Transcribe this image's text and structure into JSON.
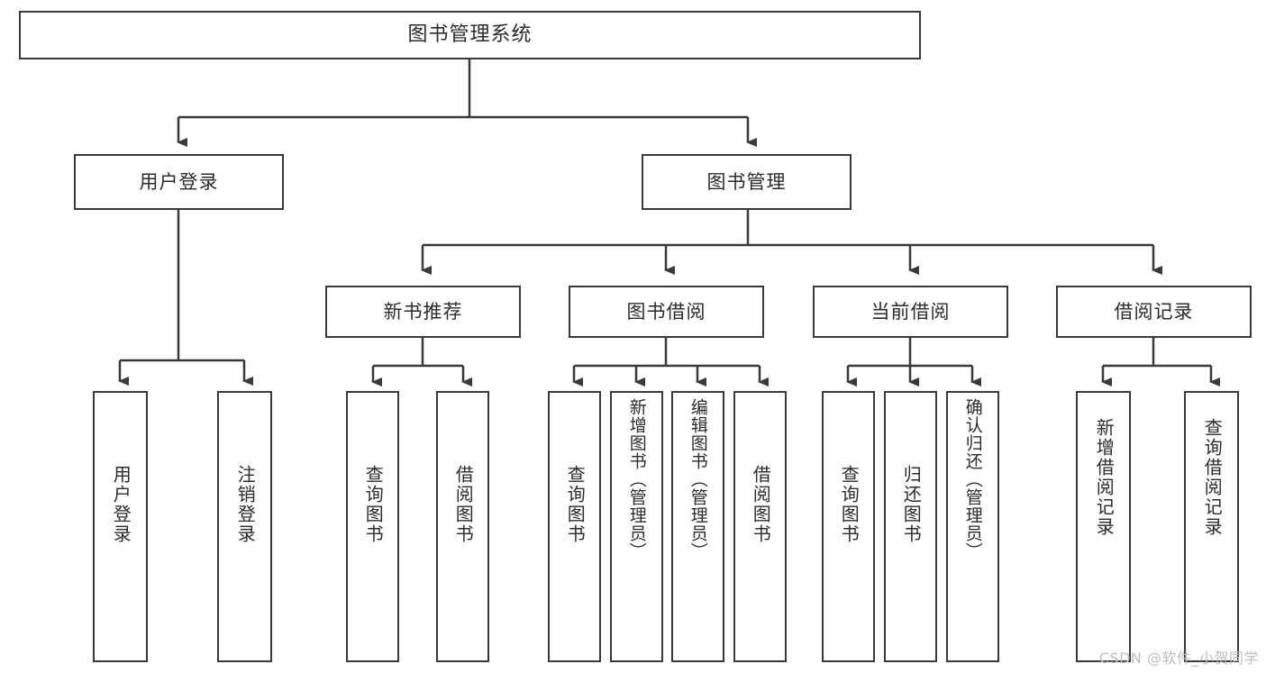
{
  "diagram": {
    "title": "图书管理系统",
    "type": "hierarchy-tree",
    "colors": {
      "box_border": "#3a3a3a",
      "box_fill": "#ffffff",
      "connector": "#3a3a3a",
      "text": "#2b2b2b",
      "watermark": "#bdbdbd"
    },
    "levels": {
      "root": {
        "label": "图书管理系统"
      },
      "level2": [
        {
          "label": "用户登录"
        },
        {
          "label": "图书管理"
        }
      ],
      "level3": [
        {
          "label": "新书推荐"
        },
        {
          "label": "图书借阅"
        },
        {
          "label": "当前借阅"
        },
        {
          "label": "借阅记录"
        }
      ],
      "leaves": {
        "user_login": [
          {
            "label": "用户登录"
          },
          {
            "label": "注销登录"
          }
        ],
        "new_book_recommend": [
          {
            "label": "查询图书"
          },
          {
            "label": "借阅图书"
          }
        ],
        "book_borrow": [
          {
            "label": "查询图书"
          },
          {
            "label": "新增图书（管理员）"
          },
          {
            "label": "编辑图书（管理员）"
          },
          {
            "label": "借阅图书"
          }
        ],
        "current_borrow": [
          {
            "label": "查询图书"
          },
          {
            "label": "归还图书"
          },
          {
            "label": "确认归还（管理员）"
          }
        ],
        "borrow_record": [
          {
            "label": "新增借阅记录"
          },
          {
            "label": "查询借阅记录"
          }
        ]
      }
    }
  },
  "watermark": {
    "text": "CSDN @软件_小贺同学"
  }
}
